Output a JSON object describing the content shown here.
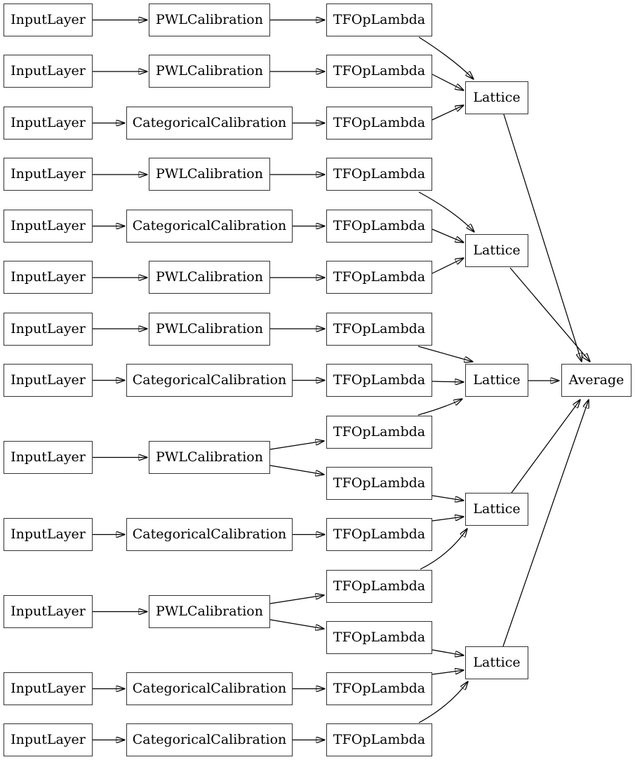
{
  "diagram": {
    "background_color": "#ffffff",
    "node_fill_color": "#ffffff",
    "node_border_color": "#333333",
    "edge_color": "#000000",
    "text_color": "#000000",
    "nodes": [
      {
        "id": "input-1",
        "label": "InputLayer"
      },
      {
        "id": "input-2",
        "label": "InputLayer"
      },
      {
        "id": "input-3",
        "label": "InputLayer"
      },
      {
        "id": "input-4",
        "label": "InputLayer"
      },
      {
        "id": "input-5",
        "label": "InputLayer"
      },
      {
        "id": "input-6",
        "label": "InputLayer"
      },
      {
        "id": "input-7",
        "label": "InputLayer"
      },
      {
        "id": "input-8",
        "label": "InputLayer"
      },
      {
        "id": "input-9",
        "label": "InputLayer"
      },
      {
        "id": "input-10",
        "label": "InputLayer"
      },
      {
        "id": "input-11",
        "label": "InputLayer"
      },
      {
        "id": "input-12",
        "label": "InputLayer"
      },
      {
        "id": "input-13",
        "label": "InputLayer"
      },
      {
        "id": "calibration-1",
        "label": "PWLCalibration"
      },
      {
        "id": "calibration-2",
        "label": "PWLCalibration"
      },
      {
        "id": "calibration-3",
        "label": "CategoricalCalibration"
      },
      {
        "id": "calibration-4",
        "label": "PWLCalibration"
      },
      {
        "id": "calibration-5",
        "label": "CategoricalCalibration"
      },
      {
        "id": "calibration-6",
        "label": "PWLCalibration"
      },
      {
        "id": "calibration-7",
        "label": "PWLCalibration"
      },
      {
        "id": "calibration-8",
        "label": "CategoricalCalibration"
      },
      {
        "id": "calibration-9",
        "label": "PWLCalibration"
      },
      {
        "id": "calibration-10",
        "label": "CategoricalCalibration"
      },
      {
        "id": "calibration-11",
        "label": "PWLCalibration"
      },
      {
        "id": "calibration-12",
        "label": "CategoricalCalibration"
      },
      {
        "id": "calibration-13",
        "label": "CategoricalCalibration"
      },
      {
        "id": "lambda-1",
        "label": "TFOpLambda"
      },
      {
        "id": "lambda-2",
        "label": "TFOpLambda"
      },
      {
        "id": "lambda-3",
        "label": "TFOpLambda"
      },
      {
        "id": "lambda-4",
        "label": "TFOpLambda"
      },
      {
        "id": "lambda-5",
        "label": "TFOpLambda"
      },
      {
        "id": "lambda-6",
        "label": "TFOpLambda"
      },
      {
        "id": "lambda-7",
        "label": "TFOpLambda"
      },
      {
        "id": "lambda-8",
        "label": "TFOpLambda"
      },
      {
        "id": "lambda-9",
        "label": "TFOpLambda"
      },
      {
        "id": "lambda-10",
        "label": "TFOpLambda"
      },
      {
        "id": "lambda-11",
        "label": "TFOpLambda"
      },
      {
        "id": "lambda-12",
        "label": "TFOpLambda"
      },
      {
        "id": "lambda-13",
        "label": "TFOpLambda"
      },
      {
        "id": "lambda-14",
        "label": "TFOpLambda"
      },
      {
        "id": "lambda-15",
        "label": "TFOpLambda"
      },
      {
        "id": "lattice-1",
        "label": "Lattice"
      },
      {
        "id": "lattice-2",
        "label": "Lattice"
      },
      {
        "id": "lattice-3",
        "label": "Lattice"
      },
      {
        "id": "lattice-4",
        "label": "Lattice"
      },
      {
        "id": "lattice-5",
        "label": "Lattice"
      },
      {
        "id": "average-1",
        "label": "Average"
      }
    ],
    "edges": [
      {
        "from": "input-1",
        "to": "calibration-1"
      },
      {
        "from": "input-2",
        "to": "calibration-2"
      },
      {
        "from": "input-3",
        "to": "calibration-3"
      },
      {
        "from": "input-4",
        "to": "calibration-4"
      },
      {
        "from": "input-5",
        "to": "calibration-5"
      },
      {
        "from": "input-6",
        "to": "calibration-6"
      },
      {
        "from": "input-7",
        "to": "calibration-7"
      },
      {
        "from": "input-8",
        "to": "calibration-8"
      },
      {
        "from": "input-9",
        "to": "calibration-9"
      },
      {
        "from": "input-10",
        "to": "calibration-10"
      },
      {
        "from": "input-11",
        "to": "calibration-11"
      },
      {
        "from": "input-12",
        "to": "calibration-12"
      },
      {
        "from": "input-13",
        "to": "calibration-13"
      },
      {
        "from": "calibration-1",
        "to": "lambda-1"
      },
      {
        "from": "calibration-2",
        "to": "lambda-2"
      },
      {
        "from": "calibration-3",
        "to": "lambda-3"
      },
      {
        "from": "calibration-4",
        "to": "lambda-4"
      },
      {
        "from": "calibration-5",
        "to": "lambda-5"
      },
      {
        "from": "calibration-6",
        "to": "lambda-6"
      },
      {
        "from": "calibration-7",
        "to": "lambda-7"
      },
      {
        "from": "calibration-8",
        "to": "lambda-8"
      },
      {
        "from": "calibration-9",
        "to": "lambda-9"
      },
      {
        "from": "calibration-9",
        "to": "lambda-10"
      },
      {
        "from": "calibration-10",
        "to": "lambda-11"
      },
      {
        "from": "calibration-11",
        "to": "lambda-12"
      },
      {
        "from": "calibration-11",
        "to": "lambda-13"
      },
      {
        "from": "calibration-12",
        "to": "lambda-14"
      },
      {
        "from": "calibration-13",
        "to": "lambda-15"
      },
      {
        "from": "lambda-1",
        "to": "lattice-1"
      },
      {
        "from": "lambda-2",
        "to": "lattice-1"
      },
      {
        "from": "lambda-3",
        "to": "lattice-1"
      },
      {
        "from": "lambda-4",
        "to": "lattice-2"
      },
      {
        "from": "lambda-5",
        "to": "lattice-2"
      },
      {
        "from": "lambda-6",
        "to": "lattice-2"
      },
      {
        "from": "lambda-7",
        "to": "lattice-3"
      },
      {
        "from": "lambda-8",
        "to": "lattice-3"
      },
      {
        "from": "lambda-9",
        "to": "lattice-3"
      },
      {
        "from": "lambda-10",
        "to": "lattice-4"
      },
      {
        "from": "lambda-11",
        "to": "lattice-4"
      },
      {
        "from": "lambda-12",
        "to": "lattice-4"
      },
      {
        "from": "lambda-13",
        "to": "lattice-5"
      },
      {
        "from": "lambda-14",
        "to": "lattice-5"
      },
      {
        "from": "lambda-15",
        "to": "lattice-5"
      },
      {
        "from": "lattice-1",
        "to": "average-1"
      },
      {
        "from": "lattice-2",
        "to": "average-1"
      },
      {
        "from": "lattice-3",
        "to": "average-1"
      },
      {
        "from": "lattice-4",
        "to": "average-1"
      },
      {
        "from": "lattice-5",
        "to": "average-1"
      }
    ]
  }
}
